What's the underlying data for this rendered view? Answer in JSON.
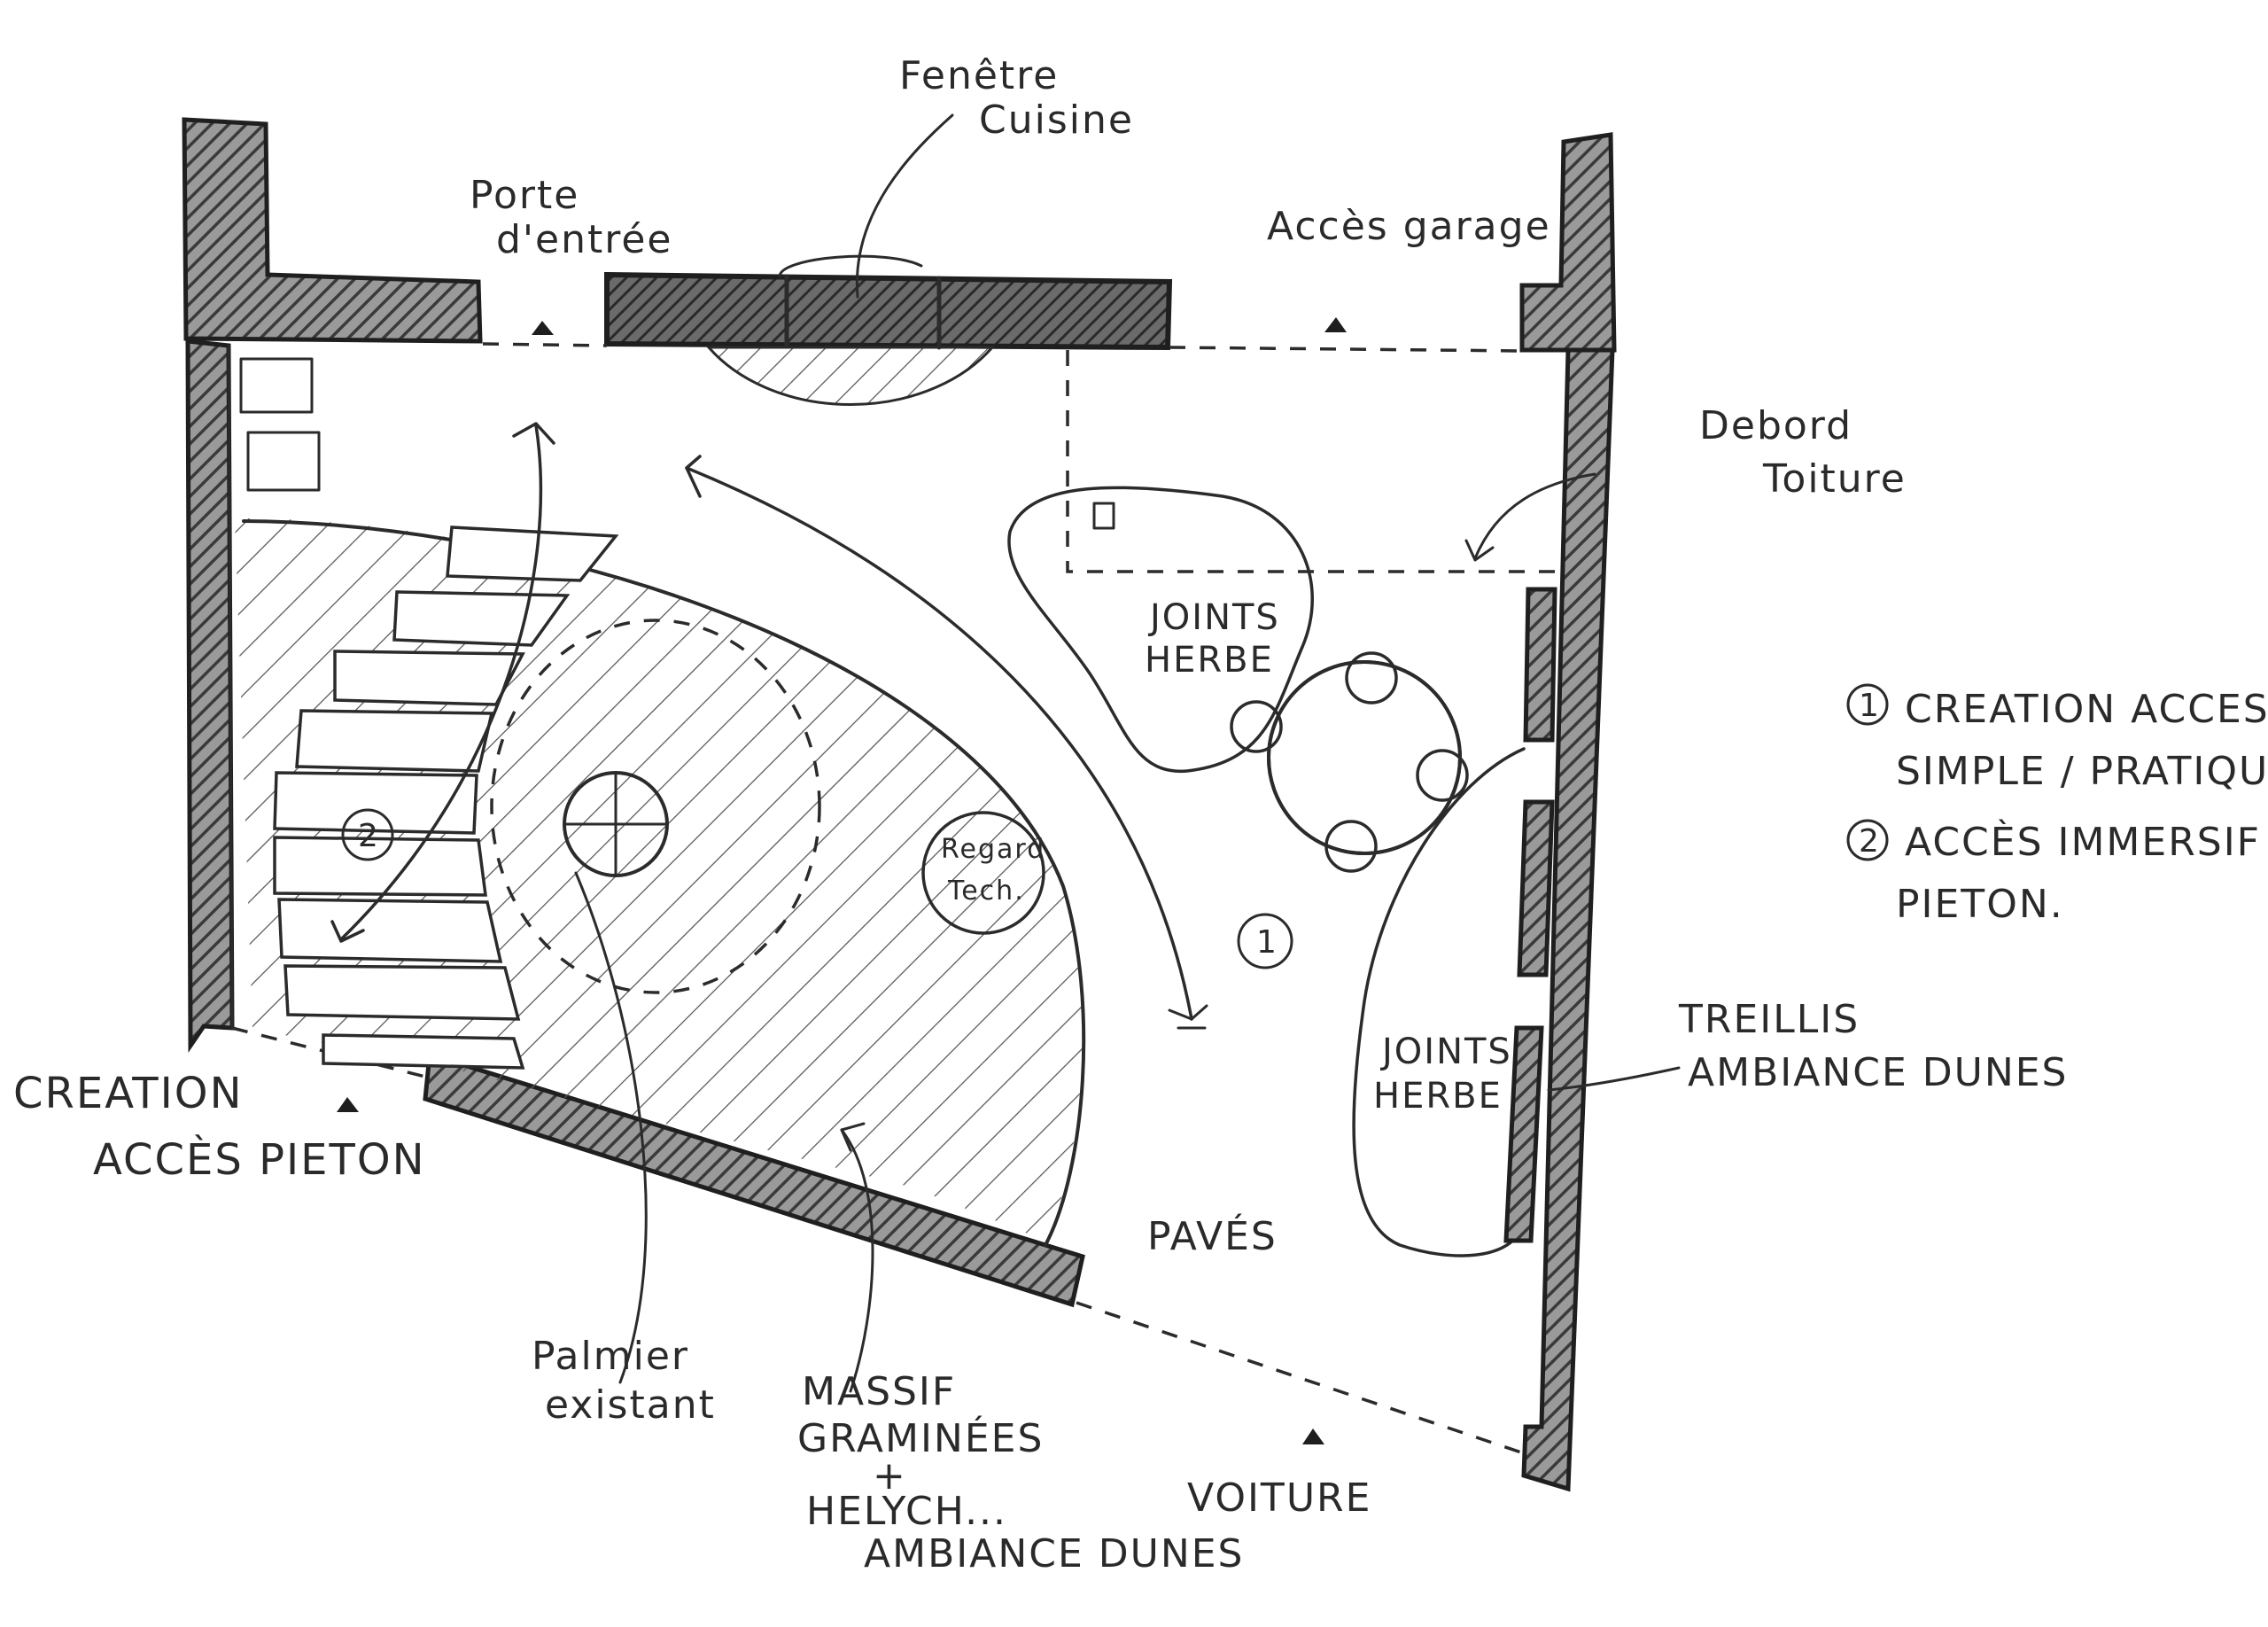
{
  "labels": {
    "fenetre_cuisine_1": "Fenêtre",
    "fenetre_cuisine_2": "Cuisine",
    "porte_entree_1": "Porte",
    "porte_entree_2": "d'entrée",
    "acces_garage": "Accès garage",
    "debord_toiture_1": "Debord",
    "debord_toiture_2": "Toiture",
    "joints_herbe_top_1": "JOINTS",
    "joints_herbe_top_2": "HERBE",
    "joints_herbe_right_1": "JOINTS",
    "joints_herbe_right_2": "HERBE",
    "regard_tech_1": "Regard",
    "regard_tech_2": "Tech.",
    "paves": "PAVÉS",
    "treillis_1": "TREILLIS",
    "treillis_2": "AMBIANCE DUNES",
    "creation_acces_1": "CREATION",
    "creation_acces_2": "ACCÈS PIETON",
    "palmier_1": "Palmier",
    "palmier_2": "existant",
    "massif_1": "MASSIF",
    "massif_2": "GRAMINÉES",
    "massif_3": "+",
    "massif_4": "HELYCH...",
    "massif_5": "AMBIANCE DUNES",
    "voiture": "VOITURE"
  },
  "legend": {
    "item1_number": "1",
    "item1_line1": "CREATION ACCES",
    "item1_line2": "SIMPLE / PRATIQUE",
    "item2_number": "2",
    "item2_line1": "ACCÈS IMMERSIF",
    "item2_line2": "PIETON."
  },
  "markers": {
    "path1": "1",
    "path2": "2"
  }
}
